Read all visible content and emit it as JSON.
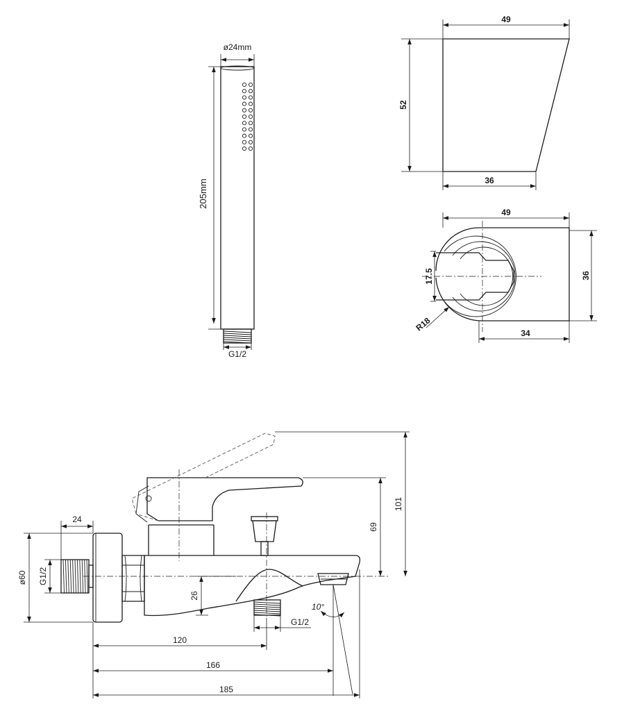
{
  "hand_shower": {
    "diameter_label": "ø24mm",
    "length_label": "205mm",
    "thread_label": "G1/2"
  },
  "holder_side": {
    "top_width": "49",
    "height": "52",
    "bottom_width": "36"
  },
  "holder_top": {
    "width": "49",
    "height": "36",
    "inner_width": "34",
    "opening": "17.5",
    "radius": "R18"
  },
  "mixer": {
    "inlet_length": "24",
    "escutcheon_diameter": "ø60",
    "inlet_thread": "G1/2",
    "spout_drop": "26",
    "outlet_thread": "G1/2",
    "angle": "10°",
    "body_height": "69",
    "total_height": "101",
    "dim_120": "120",
    "dim_166": "166",
    "dim_185": "185"
  }
}
